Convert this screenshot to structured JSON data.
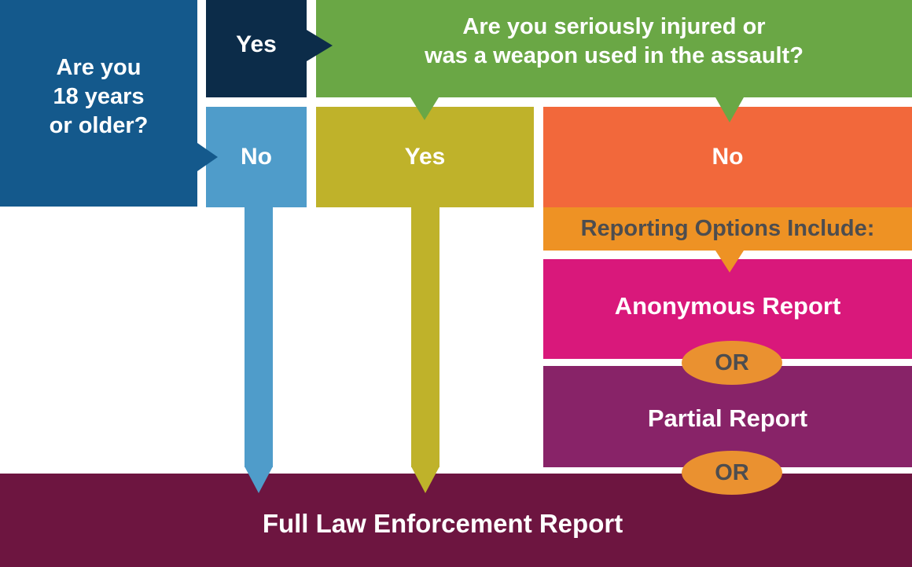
{
  "palette": {
    "blue": "#14598C",
    "navy": "#0C2C49",
    "light_blue": "#4F9CCA",
    "green": "#6AA745",
    "olive": "#BFB22A",
    "orange_red": "#F2683B",
    "orange_banner": "#EE9224",
    "orange_ellipse": "#EA9130",
    "magenta": "#D9187B",
    "purple": "#882368",
    "maroon": "#6D1540",
    "dark_gray_text": "#4D4D4F",
    "white_text": "#FFFFFF"
  },
  "flowchart": {
    "age_question": {
      "line1": "Are you",
      "line2": "18 years",
      "line3": "or older?"
    },
    "yes_top_label": "Yes",
    "injury_question": {
      "line1": "Are you seriously injured or",
      "line2": "was a weapon used in the assault?"
    },
    "no_under18_label": "No",
    "yes_injured_label": "Yes",
    "no_not_injured_label": "No",
    "reporting_banner_label": "Reporting Options Include:",
    "anonymous_report_label": "Anonymous Report",
    "or_top_label": "OR",
    "partial_report_label": "Partial Report",
    "or_bottom_label": "OR",
    "full_report_label": "Full Law Enforcement Report"
  }
}
